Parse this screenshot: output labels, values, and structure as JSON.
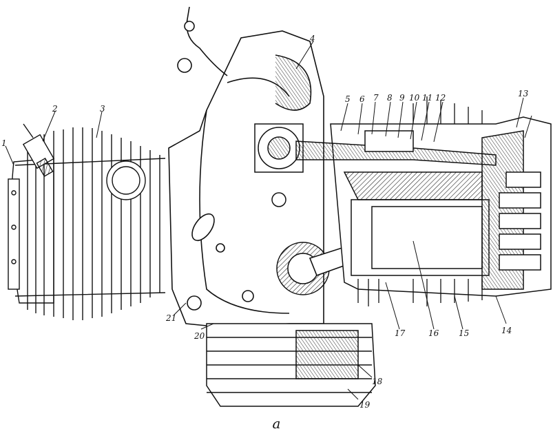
{
  "figure": {
    "caption": "a",
    "callouts": [
      {
        "id": "1",
        "text": "1"
      },
      {
        "id": "2",
        "text": "2"
      },
      {
        "id": "3",
        "text": "3"
      },
      {
        "id": "4",
        "text": "4"
      },
      {
        "id": "5",
        "text": "5"
      },
      {
        "id": "6",
        "text": "6"
      },
      {
        "id": "7",
        "text": "7"
      },
      {
        "id": "8",
        "text": "8"
      },
      {
        "id": "9",
        "text": "9"
      },
      {
        "id": "10",
        "text": "10"
      },
      {
        "id": "11",
        "text": "11"
      },
      {
        "id": "12",
        "text": "12"
      },
      {
        "id": "13",
        "text": "13"
      },
      {
        "id": "14",
        "text": "14"
      },
      {
        "id": "15",
        "text": "15"
      },
      {
        "id": "16",
        "text": "16"
      },
      {
        "id": "17",
        "text": "17"
      },
      {
        "id": "18",
        "text": "18"
      },
      {
        "id": "19",
        "text": "19"
      },
      {
        "id": "20",
        "text": "20"
      },
      {
        "id": "21",
        "text": "21"
      }
    ]
  }
}
